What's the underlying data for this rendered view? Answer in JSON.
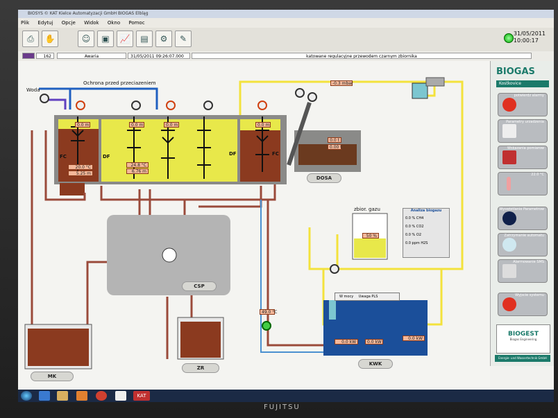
{
  "window": {
    "title": "BIOSYS  © KAT Kielce Automatyzacji GmbH  BIOGAS  Elbląg"
  },
  "menu": [
    "Plik",
    "Edytuj",
    "Opcje",
    "Widok",
    "Okno",
    "Pomoc"
  ],
  "header": {
    "date": "31/05/2011",
    "time": "10:00:17"
  },
  "status": {
    "id": "162",
    "state": "Awaria",
    "timestamp": "31/05/2011 09:26:07.000",
    "message": "katowane regulacyjne przewodem czarnym zbiornika"
  },
  "process": {
    "labels": {
      "water": "Woda",
      "frost": "Ochrona przed przeciazeniem",
      "fc_left": "FC",
      "df_left": "DF",
      "df_right": "DF",
      "fc_right": "FC",
      "dosa": "DOSA",
      "csp": "CSP",
      "mk": "MK",
      "zr": "ZR",
      "kwk": "KWK",
      "storage": "zbior. gazu",
      "analysis": "Analiza biogazu",
      "w_mocy": "W mocy",
      "uwaga": "Uwaga PLS"
    },
    "values": {
      "fc1_level": "0.0 m",
      "fc1_temp": "20.0 °C",
      "fc1_h": "5.25 m",
      "df_a": "0.0 m",
      "df_b": "0.0 m",
      "df_temp": "24.8 °C",
      "df_h": "6.76 m",
      "fc2_level": "0.0 m",
      "top_pipe": "-0.3 mbar",
      "dosa_a": "0.0 t",
      "dosa_b": "0.00 t",
      "storage_pct": "50 %",
      "kwk_a": "0.0 kW",
      "kwk_b": "0.0 kW",
      "kwk_c": "0.0 kW",
      "flow": "49.0 °C"
    },
    "gas": [
      {
        "value": "0.0 %",
        "name": "CH4"
      },
      {
        "value": "0.0 %",
        "name": "CO2"
      },
      {
        "value": "0.0 %",
        "name": "O2"
      },
      {
        "value": "0.0 ppm",
        "name": "H2S"
      }
    ]
  },
  "sidebar": {
    "brand": "BIOGAS",
    "site": "Kostkovice",
    "buttons": [
      "potwierdz alarmy",
      "Parametry urzadzenia",
      "Wskazania pomiarow",
      "22.0 °C",
      "Wyswietlanie Parametrow",
      "Zatrzymanie automatu",
      "Alarmowanie SMS",
      "Wyjscie systemu"
    ],
    "logo": "BIOGEST",
    "logo_sub": "Biogas Engineering",
    "footer": "Energie- und Wassertechnik GmbH"
  },
  "taskbar": {
    "app": "KAT"
  },
  "monitor": {
    "brand": "FUJITSU"
  },
  "colors": {
    "orange": "#f4b89a",
    "yellow": "#e8e84a",
    "brown": "#8b3a1f",
    "blue": "#1b4f9a",
    "pipe_red": "#9a4a3a",
    "pipe_yellow": "#f3e23c"
  }
}
